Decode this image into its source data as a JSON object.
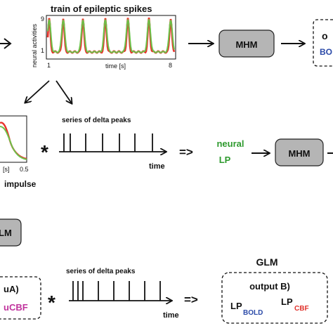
{
  "top": {
    "plot_title": "train of epileptic spikes",
    "y_axis_label": "neural activities",
    "y_tick_top": "9",
    "y_tick_bottom": "1",
    "x_tick_left": "1",
    "x_tick_right": "8",
    "x_axis_label": "time [s]",
    "mhm_label": "MHM",
    "output_partial_line1": "o",
    "output_partial_line2": "BO"
  },
  "middle": {
    "impulse_tick_right": "0.5",
    "impulse_x_label": "[s]",
    "impulse_label": "impulse",
    "convolution_symbol": "*",
    "delta_peaks_title": "series of delta peaks",
    "time_label": "time",
    "implies_symbol": "=>",
    "neural_lp_line1": "neural",
    "neural_lp_line2": "LP",
    "mhm_label": "MHM"
  },
  "left_partial_box_label": "LM",
  "bottom": {
    "partial_box_line1": "uA)",
    "partial_box_line2": "uCBF",
    "convolution_symbol": "*",
    "delta_peaks_title": "series of delta peaks",
    "time_label": "time",
    "implies_symbol": "=>",
    "glm_title": "GLM",
    "output_title": "output B)",
    "lp_bold_main": "LP",
    "lp_bold_sub": "BOLD",
    "lp_cbf_main": "LP",
    "lp_cbf_sub": "CBF"
  },
  "colors": {
    "spike_red": "#e8312a",
    "spike_green": "#6cc24a",
    "mhm_fill": "#b5b5b5",
    "neural_green": "#2e9a2e",
    "bold_blue": "#2b4aa8",
    "cbf_red": "#e0302a",
    "ucbf_magenta": "#c0329c"
  }
}
